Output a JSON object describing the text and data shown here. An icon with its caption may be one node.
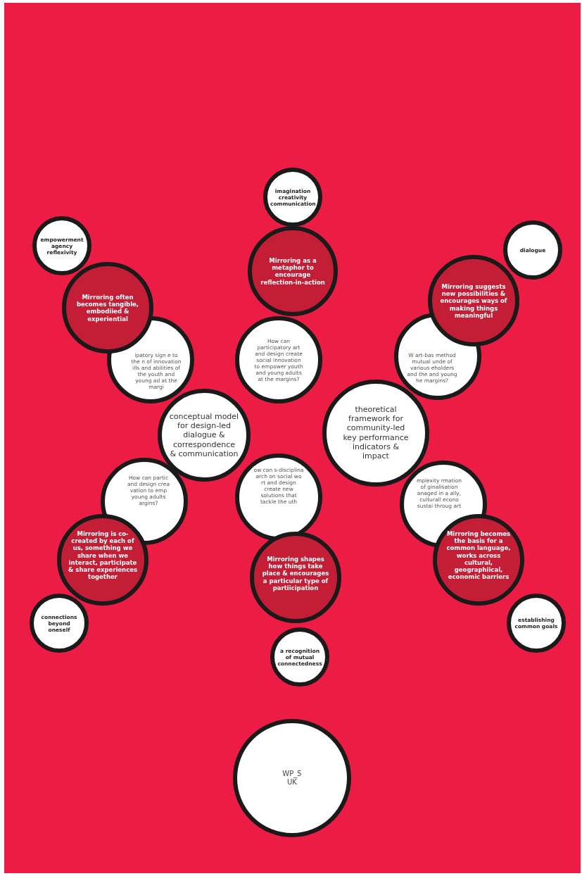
{
  "diagram": {
    "nodes": [
      {
        "text": [
          "conceptual model for design-led dialogue & correspondence & communication"
        ]
      },
      {
        "text": [
          "theoretical framework for community-led key performance indicators & impact"
        ]
      },
      {
        "text": [
          "ipatory sign e to the n of innovation ills and abilities of the youth and young ad at the margi"
        ]
      },
      {
        "text": [
          "How can participatory art and design create social innovation to empower youth and young adults at the margins?"
        ]
      },
      {
        "text": [
          "W art-bas method mutual unde of various eholders and the and young he margins?"
        ]
      },
      {
        "text": [
          "How can partic and design crea vation to emp young adults argins?"
        ]
      },
      {
        "text": [
          "ow can s-disciplina arch on social wo rt and design create new solutions that tackle the uth"
        ]
      },
      {
        "text": [
          "mplexity rmation of ginalisation anaged in a ally, culturall econo sustai throug art"
        ]
      },
      {
        "text": [
          "Mirroring often becomes tangible, embodiied & experiential"
        ]
      },
      {
        "text": [
          "Mirroring as a metaphor to encourage reflection-in-action"
        ]
      },
      {
        "text": [
          "Mirroring suggests new possibilities & encourages ways of making things meaningful"
        ]
      },
      {
        "text": [
          "Mirroring is co-created by each of us, something we share when we interact, participate & share experiences together"
        ]
      },
      {
        "text": [
          "Mirroring shapes how things take place & encourages a particular type of partiicipation"
        ]
      },
      {
        "text": [
          "Mirroring becomes the basis for a common language, works across cultural, geographiical, economic barriers"
        ]
      },
      {
        "text": [
          "empowerment agency reflexivity"
        ]
      },
      {
        "text": [
          "imagination creativity communication"
        ]
      },
      {
        "text": [
          "dialogue"
        ]
      },
      {
        "text": [
          "connections beyond oneself"
        ]
      },
      {
        "text": [
          "a recognition of mutual connectedness"
        ]
      },
      {
        "text": [
          "establishing common goals"
        ]
      },
      {
        "text": [
          "WP_5",
          "UK"
        ]
      }
    ]
  }
}
